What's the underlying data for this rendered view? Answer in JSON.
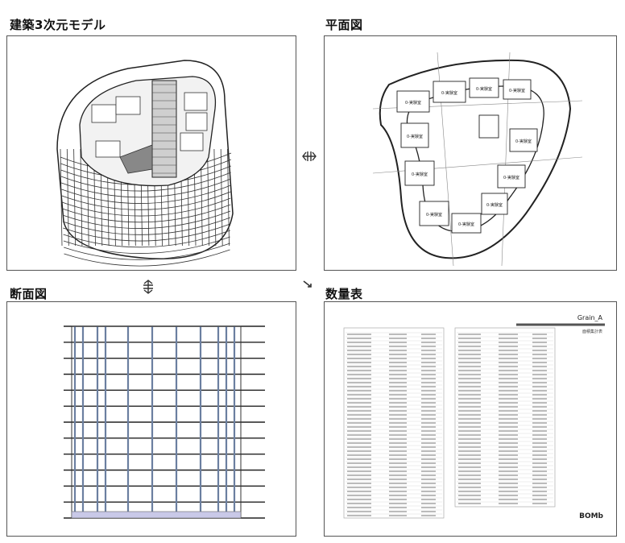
{
  "panels": {
    "model3d": {
      "title": "建築3次元モデル"
    },
    "plan": {
      "title": "平面図",
      "room_label": "0-実験室"
    },
    "section": {
      "title": "断面図"
    },
    "schedule": {
      "title": "数量表",
      "header": "Grain_A",
      "subheader": "面積集計表",
      "logo": "BOMb"
    }
  },
  "connectors": {
    "model_plan": "↔",
    "model_section": "↕",
    "diagonal": "↘"
  }
}
